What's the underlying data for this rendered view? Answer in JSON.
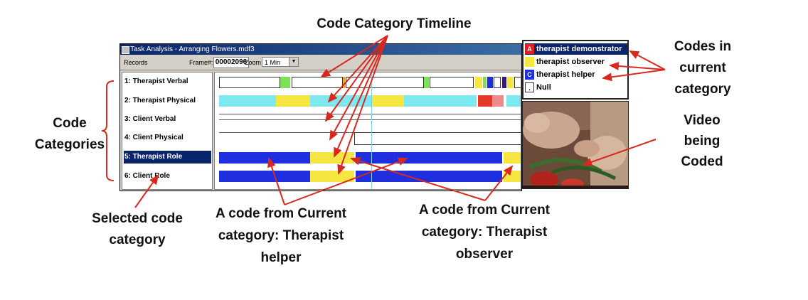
{
  "annotations": {
    "timeline_title": "Code Category Timeline",
    "codes_in_category": [
      "Codes in",
      "current",
      "category"
    ],
    "code_categories": [
      "Code",
      "Categories"
    ],
    "video_label": [
      "Video",
      "being",
      "Coded"
    ],
    "selected_category": [
      "Selected code",
      "category"
    ],
    "code_helper": [
      "A code from Current",
      "category: Therapist",
      "helper"
    ],
    "code_observer": [
      "A code from Current",
      "category: Therapist",
      "observer"
    ]
  },
  "window": {
    "title": "Task Analysis - Arranging Flowers.mdf3",
    "records_label": "Records",
    "frame_label": "Frame#:",
    "frame_value": "00002096",
    "zoom_label": "Zoom",
    "zoom_value": "1 Min"
  },
  "categories": [
    {
      "label": "1: Therapist Verbal",
      "selected": false
    },
    {
      "label": "2: Therapist Physical",
      "selected": false
    },
    {
      "label": "3: Client Verbal",
      "selected": false
    },
    {
      "label": "4: Client Physical",
      "selected": false
    },
    {
      "label": "5: Therapist Role",
      "selected": true
    },
    {
      "label": "6: Client Role",
      "selected": false
    }
  ],
  "codes": [
    {
      "key": "A",
      "label": "therapist demonstrator",
      "color": "#e02020",
      "selected": true
    },
    {
      "key": "",
      "label": "therapist observer",
      "color": "#f5e642",
      "selected": false
    },
    {
      "key": "C",
      "label": "therapist helper",
      "color": "#1f2fe0",
      "selected": false
    },
    {
      "key": ".",
      "label": "Null",
      "color": "#ffffff",
      "selected": false
    }
  ],
  "colors": {
    "helper_blue": "#1f2fe0",
    "observer_yellow": "#f5e642",
    "cyan": "#7de8f0",
    "green": "#7ee05a",
    "red": "#e23a2a",
    "pink": "#f08a8a",
    "navy": "#0a246a",
    "arrow_red": "#d9281e"
  }
}
